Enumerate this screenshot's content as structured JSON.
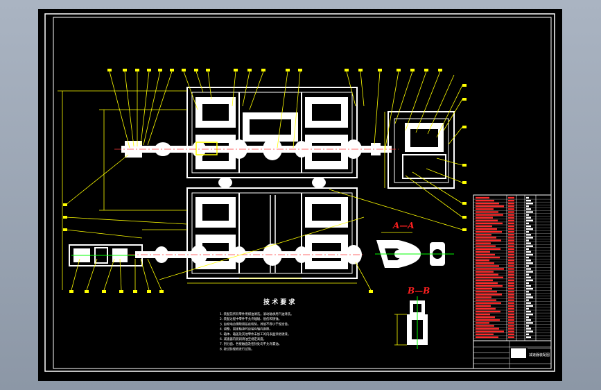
{
  "drawing": {
    "colors": {
      "background": "#000000",
      "frame": "#ffffff",
      "part": "#ffffff",
      "leader": "#ffff00",
      "dimension": "#ffff00",
      "centerline": "#ff3b3b",
      "highlight": "#00ff00",
      "table_text": "#ff2a2a",
      "section_title": "#ff2020"
    },
    "section_titles": {
      "aa": "A—A",
      "bb": "B—B"
    },
    "tech_requirements": {
      "title": "技 术 要 求",
      "lines": [
        "1. 装配前所有零件用煤油清洗，滚动轴承用汽油清洗。",
        "2. 装配过程中零件不允许磕碰、划伤和锈蚀。",
        "3. 齿轮啮合侧隙用铅丝检验，其值不得小于规定值。",
        "4. 调整、固定轴承时应留有轴向游隙。",
        "5. 箱体、箱盖及其他零件未加工的内表面涂防锈漆。",
        "6. 减速器内装润滑油至规定高度。",
        "7. 剖分面、各接触面及密封处均不允许漏油。",
        "8. 按试验规程进行试验。"
      ]
    },
    "title_block": {
      "title_text": "减速器装配图"
    }
  }
}
